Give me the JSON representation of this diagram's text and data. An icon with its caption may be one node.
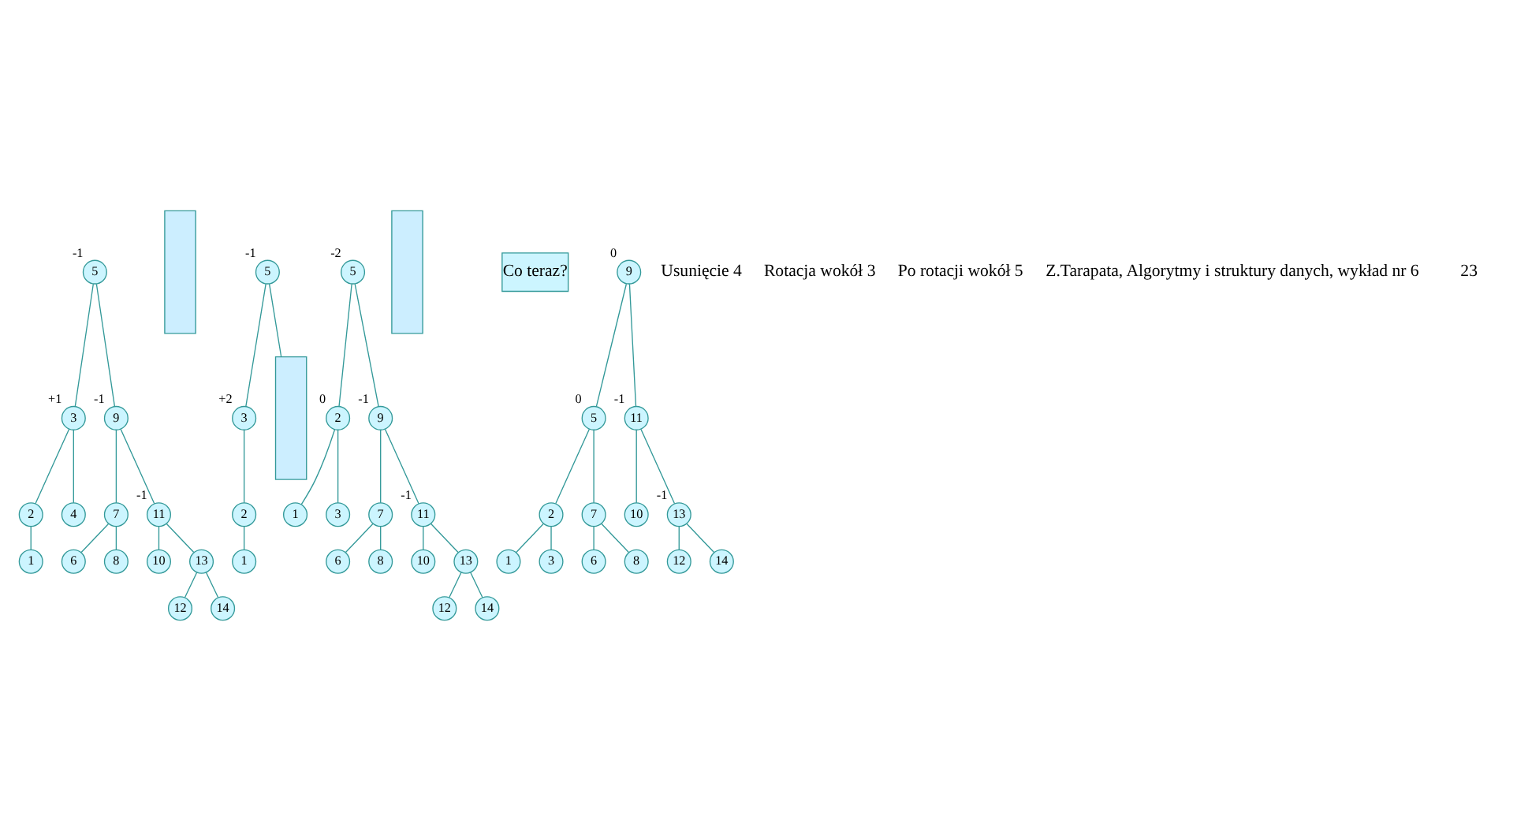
{
  "diagram": {
    "nodes": [
      {
        "text": [
          "5"
        ],
        "beside": [
          "-1"
        ]
      },
      {
        "text": [
          "3"
        ],
        "beside": [
          "+1"
        ]
      },
      {
        "text": [
          "2"
        ]
      },
      {
        "text": [
          "4"
        ]
      },
      {
        "text": [
          "1"
        ]
      },
      {
        "text": [
          "9"
        ],
        "beside": [
          "-1"
        ]
      },
      {
        "text": [
          "7"
        ]
      },
      {
        "text": [
          "11"
        ],
        "beside": [
          "-1"
        ]
      },
      {
        "text": [
          "6"
        ]
      },
      {
        "text": [
          "8"
        ]
      },
      {
        "text": [
          "10"
        ]
      },
      {
        "text": [
          "13"
        ]
      },
      {
        "text": [
          "12"
        ]
      },
      {
        "text": [
          "14"
        ]
      },
      {
        "text": [],
        "shape": "bar"
      },
      {
        "text": [
          "5"
        ],
        "beside": [
          "-1"
        ]
      },
      {
        "text": [
          "3"
        ],
        "beside": [
          "+2"
        ]
      },
      {
        "text": [
          "2"
        ]
      },
      {
        "text": [
          "1"
        ]
      },
      {
        "text": [],
        "shape": "bar"
      },
      {
        "text": [
          "5"
        ],
        "beside": [
          "-2"
        ]
      },
      {
        "text": [
          "2"
        ],
        "beside": [
          "0"
        ]
      },
      {
        "text": [
          "1"
        ]
      },
      {
        "text": [
          "3"
        ]
      },
      {
        "text": [
          "9"
        ],
        "beside": [
          "-1"
        ]
      },
      {
        "text": [
          "7"
        ]
      },
      {
        "text": [
          "11"
        ],
        "beside": [
          "-1"
        ]
      },
      {
        "text": [
          "6"
        ]
      },
      {
        "text": [
          "8"
        ]
      },
      {
        "text": [
          "10"
        ]
      },
      {
        "text": [
          "13"
        ]
      },
      {
        "text": [
          "12"
        ]
      },
      {
        "text": [
          "14"
        ]
      },
      {
        "text": [],
        "shape": "bar"
      },
      {
        "text": [
          "Co teraz?"
        ]
      },
      {
        "text": [
          "9"
        ],
        "beside": [
          "0"
        ]
      },
      {
        "text": [
          "5"
        ],
        "beside": [
          "0"
        ]
      },
      {
        "text": [
          "11"
        ],
        "beside": [
          "-1"
        ]
      },
      {
        "text": [
          "2"
        ]
      },
      {
        "text": [
          "7"
        ]
      },
      {
        "text": [
          "1"
        ]
      },
      {
        "text": [
          "3"
        ]
      },
      {
        "text": [
          "6"
        ]
      },
      {
        "text": [
          "8"
        ]
      },
      {
        "text": [
          "10"
        ]
      },
      {
        "text": [
          "13"
        ],
        "beside": [
          "-1"
        ]
      },
      {
        "text": [
          "12"
        ]
      },
      {
        "text": [
          "14"
        ]
      }
    ],
    "edges": [
      {
        "from": 0,
        "to": 1,
        "arrow": "none"
      },
      {
        "from": 0,
        "to": 5,
        "arrow": "none"
      },
      {
        "from": 1,
        "to": 2,
        "arrow": "none"
      },
      {
        "from": 1,
        "to": 3,
        "arrow": "none"
      },
      {
        "from": 2,
        "to": 4,
        "arrow": "none"
      },
      {
        "from": 5,
        "to": 6,
        "arrow": "none"
      },
      {
        "from": 5,
        "to": 7,
        "arrow": "none"
      },
      {
        "from": 6,
        "to": 8,
        "arrow": "none"
      },
      {
        "from": 6,
        "to": 9,
        "arrow": "none"
      },
      {
        "from": 7,
        "to": 10,
        "arrow": "none"
      },
      {
        "from": 7,
        "to": 11,
        "arrow": "none"
      },
      {
        "from": 11,
        "to": 12,
        "arrow": "none"
      },
      {
        "from": 11,
        "to": 13,
        "arrow": "none"
      },
      {
        "from": 15,
        "to": 16,
        "arrow": "none"
      },
      {
        "from": 15,
        "to": 19,
        "arrow": "none"
      },
      {
        "from": 16,
        "to": 17,
        "arrow": "none"
      },
      {
        "from": 17,
        "to": 18,
        "arrow": "none"
      },
      {
        "from": 20,
        "to": 21,
        "arrow": "none"
      },
      {
        "from": 20,
        "to": 24,
        "arrow": "none"
      },
      {
        "from": 21,
        "to": 22,
        "arrow": "none"
      },
      {
        "from": 21,
        "to": 23,
        "arrow": "none"
      },
      {
        "from": 24,
        "to": 25,
        "arrow": "none"
      },
      {
        "from": 24,
        "to": 26,
        "arrow": "none"
      },
      {
        "from": 25,
        "to": 27,
        "arrow": "none"
      },
      {
        "from": 25,
        "to": 28,
        "arrow": "none"
      },
      {
        "from": 26,
        "to": 29,
        "arrow": "none"
      },
      {
        "from": 26,
        "to": 30,
        "arrow": "none"
      },
      {
        "from": 30,
        "to": 31,
        "arrow": "none"
      },
      {
        "from": 30,
        "to": 32,
        "arrow": "none"
      },
      {
        "from": 35,
        "to": 36,
        "arrow": "none"
      },
      {
        "from": 35,
        "to": 37,
        "arrow": "none"
      },
      {
        "from": 36,
        "to": 38,
        "arrow": "none"
      },
      {
        "from": 36,
        "to": 39,
        "arrow": "none"
      },
      {
        "from": 38,
        "to": 40,
        "arrow": "none"
      },
      {
        "from": 38,
        "to": 41,
        "arrow": "none"
      },
      {
        "from": 39,
        "to": 42,
        "arrow": "none"
      },
      {
        "from": 39,
        "to": 43,
        "arrow": "none"
      },
      {
        "from": 37,
        "to": 44,
        "arrow": "none"
      },
      {
        "from": 37,
        "to": 45,
        "arrow": "none"
      },
      {
        "from": 45,
        "to": 46,
        "arrow": "none"
      },
      {
        "from": 45,
        "to": 47,
        "arrow": "none"
      }
    ],
    "labels": [
      "Usunięcie 4",
      "Rotacja wokół 3",
      "Po rotacji wokół 5",
      "Z.Tarapata, Algorytmy i struktury danych, wykład nr 6",
      "23"
    ]
  }
}
